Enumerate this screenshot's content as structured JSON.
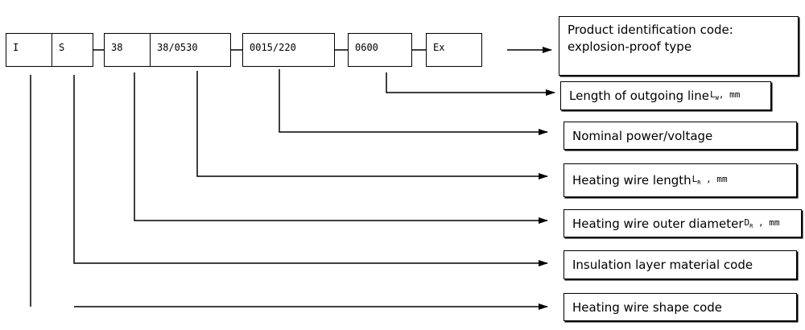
{
  "code_segments": [
    {
      "id": "shape",
      "text": "I"
    },
    {
      "id": "insulation",
      "text": "S"
    },
    {
      "id": "diameter",
      "text": "38"
    },
    {
      "id": "wire_length",
      "text": "38/0530"
    },
    {
      "id": "power_voltage",
      "text": "0015/220"
    },
    {
      "id": "outgoing_length",
      "text": "0600"
    },
    {
      "id": "product_id",
      "text": "Ex"
    }
  ],
  "descriptions": {
    "product_id": {
      "line1": "Product identification code:",
      "line2": "explosion-proof type"
    },
    "outgoing_length": {
      "label": "Length of outgoing line",
      "symbol": "L",
      "subscript": "W",
      "unit": ", mm"
    },
    "power_voltage": {
      "label": "Nominal power/voltage"
    },
    "wire_length": {
      "label": "Heating wire length",
      "symbol": "L",
      "subscript": "R",
      "unit": " , mm"
    },
    "diameter": {
      "label": "Heating wire outer diameter",
      "symbol": "D",
      "subscript": "R",
      "unit": " , mm"
    },
    "insulation": {
      "label": "Insulation layer material code"
    },
    "shape": {
      "label": "Heating wire shape code"
    }
  }
}
